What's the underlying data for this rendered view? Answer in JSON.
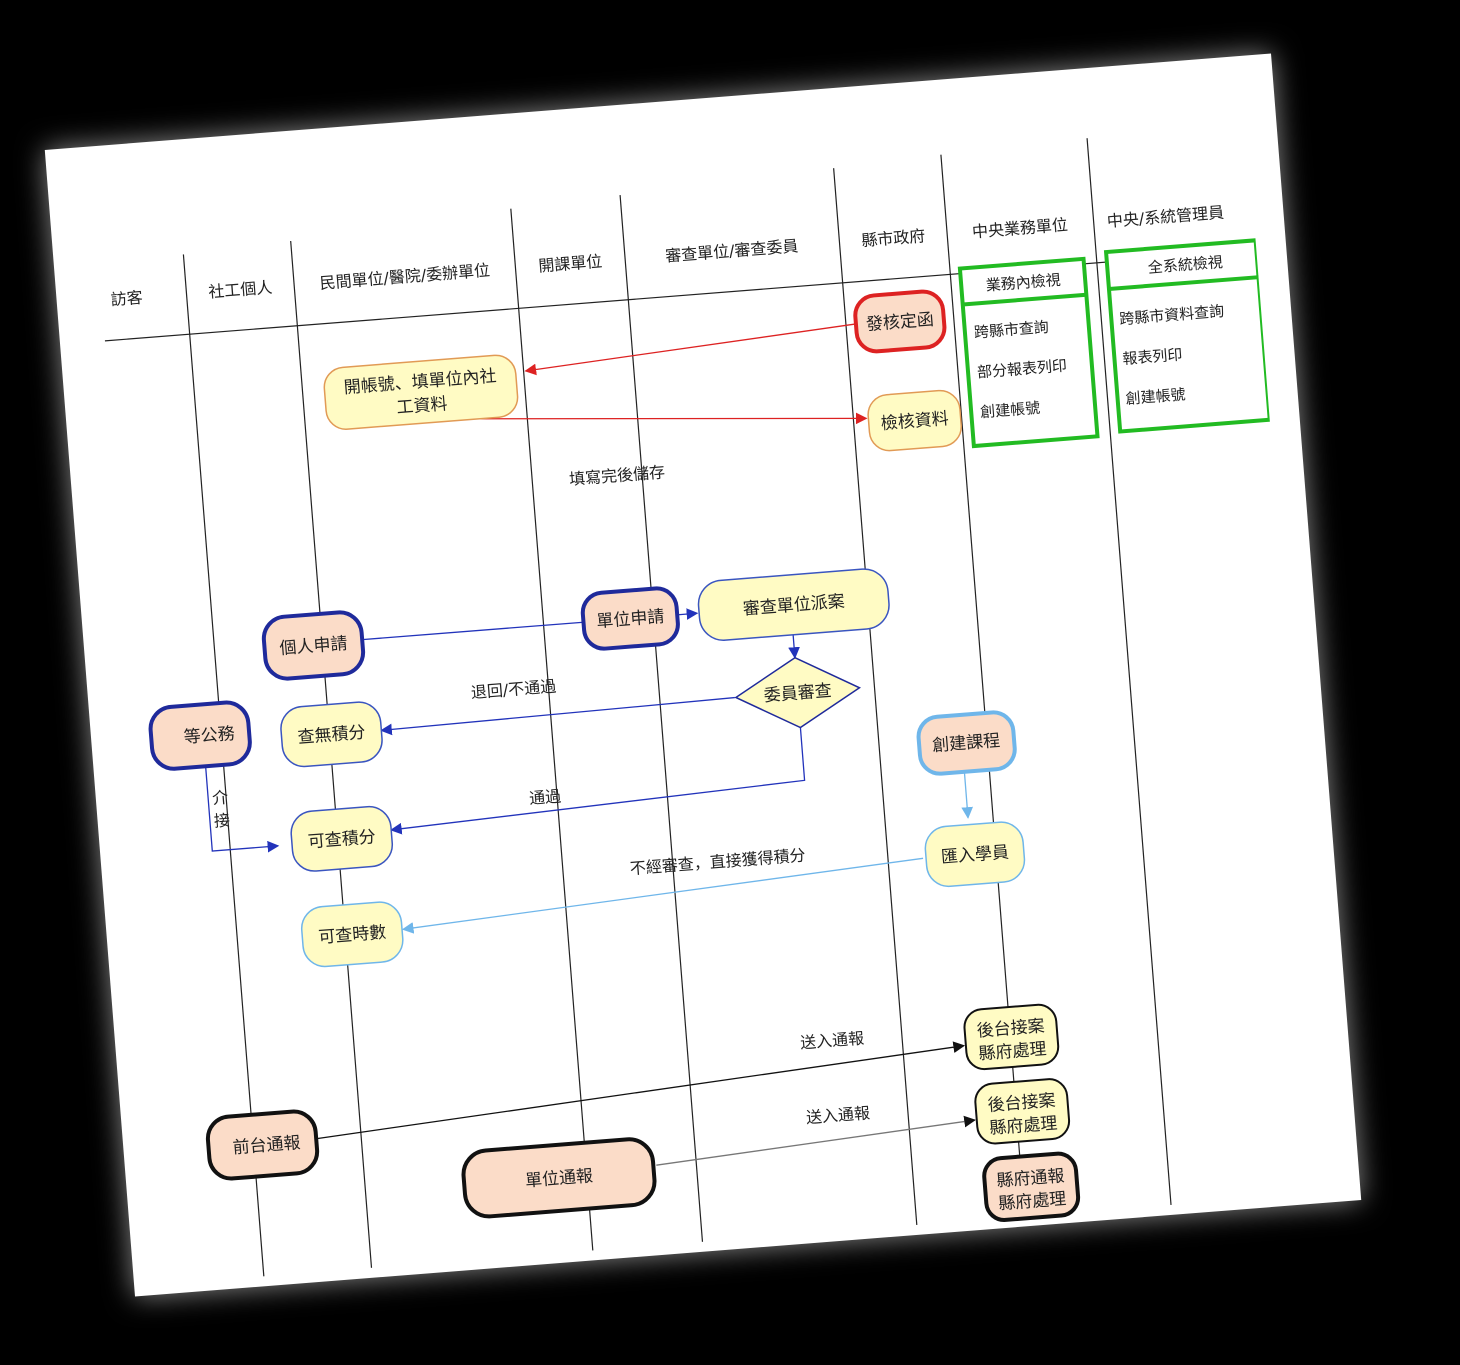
{
  "lanes": [
    "訪客",
    "社工個人",
    "民間單位/醫院/委辦單位",
    "開課單位",
    "審查單位/審查委員",
    "縣市政府",
    "中央業務單位",
    "中央/系統管理員"
  ],
  "nodes": {
    "send_letter": "發核定函",
    "open_account_1": "開帳號、填單位內社",
    "open_account_2": "工資料",
    "verify_data": "檢核資料",
    "unit_apply": "單位申請",
    "review_dispatch": "審查單位派案",
    "personal_apply": "個人申請",
    "committee_review": "委員審查",
    "official_duty": "等公務",
    "no_points": "查無積分",
    "create_course": "創建課程",
    "points_available": "可查積分",
    "import_students": "匯入學員",
    "hours_available": "可查時數",
    "backend_case_a_1": "後台接案",
    "backend_case_a_2": "縣府處理",
    "backend_case_b_1": "後台接案",
    "backend_case_b_2": "縣府處理",
    "county_report_1": "縣府通報",
    "county_report_2": "縣府處理",
    "front_report": "前台通報",
    "unit_report": "單位通報"
  },
  "labels": {
    "save_after_fill": "填寫完後儲存",
    "returned_failed": "退回/不通過",
    "passed": "通過",
    "direct_points": "不經審查，直接獲得積分",
    "intro_1": "介",
    "intro_2": "接",
    "send_report_a": "送入通報",
    "send_report_b": "送入通報"
  },
  "central_business_box": {
    "title": "業務內檢視",
    "items": [
      "跨縣市查詢",
      "部分報表列印",
      "創建帳號"
    ]
  },
  "central_admin_box": {
    "title": "全系統檢視",
    "items": [
      "跨縣市資料查詢",
      "報表列印",
      "創建帳號"
    ]
  },
  "colors": {
    "red": "#dd2222",
    "navy": "#1f2a9b",
    "blue_arrow": "#2233bb",
    "light_blue": "#6fb6ea",
    "green": "#22bb22",
    "peach": "#fbdcc8",
    "yellow": "#fffbc4"
  }
}
